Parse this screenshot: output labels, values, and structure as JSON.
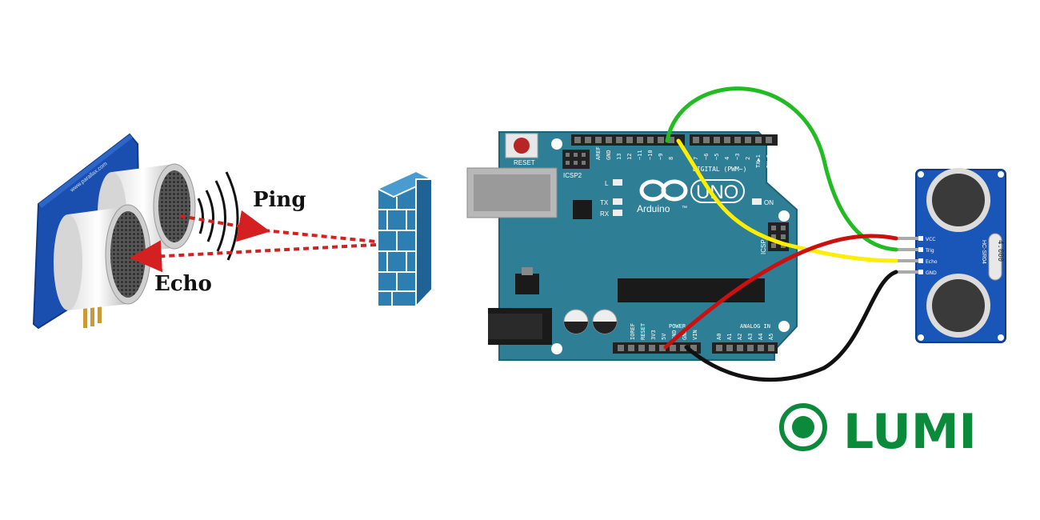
{
  "sensor_diagram": {
    "ping_label": "Ping",
    "echo_label": "Echo"
  },
  "arduino": {
    "reset_label": "RESET",
    "icsp2_label": "ICSP2",
    "icsp_label": "ICSP",
    "digital_label": "DIGITAL (PWM~)",
    "uno_label": "UNO",
    "brand_label": "Arduino",
    "trademark": "™",
    "on_label": "ON",
    "l_label": "L",
    "tx_label": "TX",
    "rx_label": "RX",
    "power_label": "POWER",
    "analog_label": "ANALOG IN",
    "top_pins": [
      "AREF",
      "GND",
      "13",
      "12",
      "~11",
      "~10",
      "~9",
      "8",
      "7",
      "~6",
      "~5",
      "4",
      "~3",
      "2",
      "TX▶1",
      "RX◀0"
    ],
    "power_pins": [
      "IOREF",
      "RESET",
      "3V3",
      "5V",
      "GND",
      "GND",
      "VIN"
    ],
    "analog_pins": [
      "A0",
      "A1",
      "A2",
      "A3",
      "A4",
      "A5"
    ]
  },
  "hc_module": {
    "model": "HC-SR04",
    "pins": [
      "VCC",
      "Trig",
      "Echo",
      "GND"
    ],
    "crystal": "4.000"
  },
  "logo": {
    "text": "LUMI",
    "color": "#0a8a3a"
  },
  "colors": {
    "board": "#2e7f96",
    "board_edge": "#1f6175",
    "wire_green": "#22bb22",
    "wire_yellow": "#ffee00",
    "wire_red": "#cc1010",
    "wire_black": "#111111",
    "arrow_red": "#d42020",
    "wall": "#2d7fb1",
    "module_blue": "#1a56b8"
  }
}
